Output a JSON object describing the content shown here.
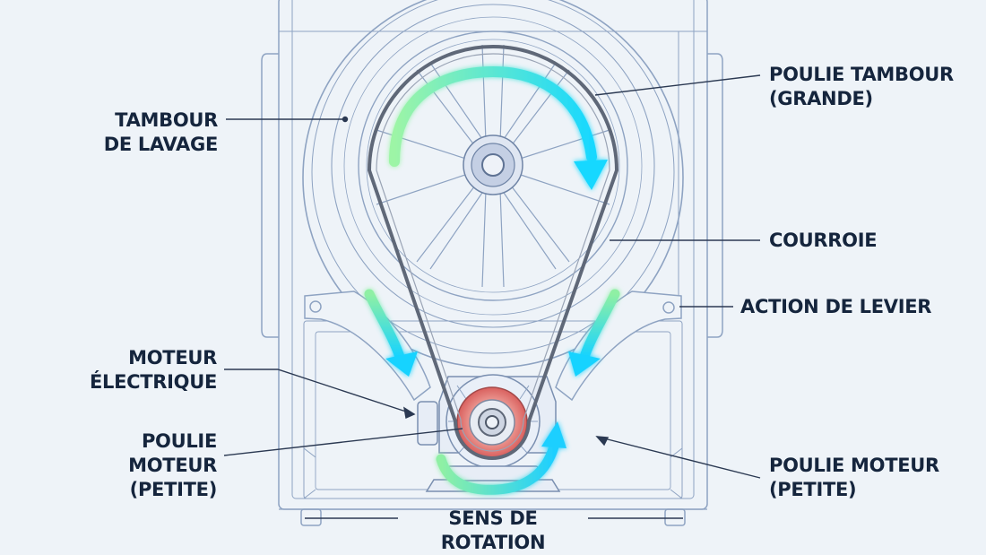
{
  "labels": {
    "tambour_de_lavage": "TAMBOUR\nDE LAVAGE",
    "moteur_electrique": "MOTEUR\nÉLECTRIQUE",
    "poulie_moteur_left": "POULIE\nMOTEUR\n(PETITE)",
    "poulie_tambour": "POULIE TAMBOUR\n(GRANDE)",
    "courroie": "COURROIE",
    "action_de_levier": "ACTION DE LEVIER",
    "poulie_moteur_right": "POULIE MOTEUR\n(PETITE)",
    "sens_de_rotation": "SENS DE ROTATION"
  },
  "colors": {
    "background": "#eef3f8",
    "line": "#8ea3c2",
    "belt": "#5f6878",
    "leader": "#2b3952",
    "arrow_cyan": "#1ecfff",
    "arrow_green": "#8ff0a4",
    "motor_pulley": "#e37f7f",
    "label_text": "#15253d"
  },
  "icons": {
    "rotation_arrow": "curved-arrow-icon",
    "down_arrow": "downward-arrow-icon"
  }
}
